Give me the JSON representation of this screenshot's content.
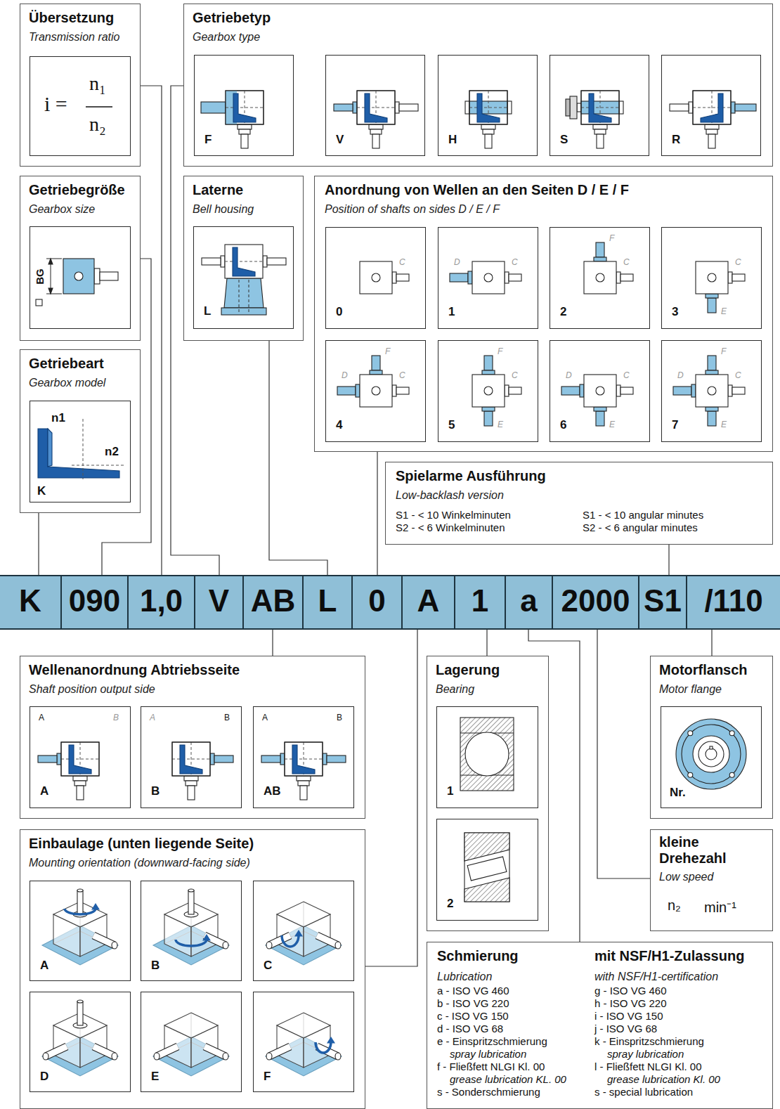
{
  "diagram": {
    "nodes": [
      {
        "text": [
          "Übersetzung",
          "Transmission ratio"
        ]
      },
      {
        "text": [
          "i =",
          "n₁",
          "n₂"
        ],
        "in": 0
      },
      {
        "text": [
          "Getriebetyp",
          "Gearbox type"
        ]
      },
      {
        "text": [
          "F"
        ],
        "in": 2
      },
      {
        "text": [
          "V"
        ],
        "in": 2
      },
      {
        "text": [
          "H"
        ],
        "in": 2
      },
      {
        "text": [
          "S"
        ],
        "in": 2
      },
      {
        "text": [
          "R"
        ],
        "in": 2
      },
      {
        "text": [
          "Getriebegröße",
          "Gearbox size"
        ]
      },
      {
        "text": [
          "BG"
        ],
        "in": 8
      },
      {
        "text": [
          "Laterne",
          "Bell housing"
        ]
      },
      {
        "text": [
          "L"
        ],
        "in": 10
      },
      {
        "text": [
          "Anordnung von Wellen an den Seiten D / E / F",
          "Position of shafts on sides D / E / F"
        ]
      },
      {
        "text": [
          "C",
          "0"
        ],
        "in": 12
      },
      {
        "text": [
          "D",
          "C",
          "1"
        ],
        "in": 12
      },
      {
        "text": [
          "F",
          "C",
          "2"
        ],
        "in": 12
      },
      {
        "text": [
          "C",
          "3",
          "E"
        ],
        "in": 12
      },
      {
        "text": [
          "F",
          "D",
          "C",
          "4"
        ],
        "in": 12
      },
      {
        "text": [
          "F",
          "C",
          "5",
          "E"
        ],
        "in": 12
      },
      {
        "text": [
          "D",
          "C",
          "6",
          "E"
        ],
        "in": 12
      },
      {
        "text": [
          "F",
          "D",
          "C",
          "7",
          "E"
        ],
        "in": 12
      },
      {
        "text": [
          "Getriebeart",
          "Gearbox model"
        ]
      },
      {
        "text": [
          "n1",
          "n2",
          "K"
        ],
        "in": 21
      },
      {
        "text": [
          "Spielarme Ausführung",
          "Low-backlash version",
          "S1 - < 10 Winkelminuten",
          "S2 - < 6 Winkelminuten",
          "S1 - < 10 angular minutes",
          "S2 - < 6 angular minutes"
        ]
      },
      {
        "text": [
          "K"
        ]
      },
      {
        "text": [
          "090"
        ]
      },
      {
        "text": [
          "1,0"
        ]
      },
      {
        "text": [
          "V"
        ]
      },
      {
        "text": [
          "AB"
        ]
      },
      {
        "text": [
          "L"
        ]
      },
      {
        "text": [
          "0"
        ]
      },
      {
        "text": [
          "A"
        ]
      },
      {
        "text": [
          "1"
        ]
      },
      {
        "text": [
          "a"
        ]
      },
      {
        "text": [
          "2000"
        ]
      },
      {
        "text": [
          "S1"
        ]
      },
      {
        "text": [
          "/110"
        ]
      },
      {
        "text": [
          "Wellenanordnung Abtriebsseite",
          "Shaft position output side"
        ]
      },
      {
        "text": [
          "A",
          "B",
          "A"
        ],
        "in": 37
      },
      {
        "text": [
          "A",
          "B",
          "B"
        ],
        "in": 37
      },
      {
        "text": [
          "A",
          "B",
          "AB"
        ],
        "in": 37
      },
      {
        "text": [
          "Lagerung",
          "Bearing"
        ]
      },
      {
        "text": [
          "1"
        ],
        "in": 41
      },
      {
        "text": [
          "2"
        ],
        "in": 41
      },
      {
        "text": [
          "Motorflansch",
          "Motor flange"
        ]
      },
      {
        "text": [
          "Nr."
        ],
        "in": 44
      },
      {
        "text": [
          "Einbaulage (unten liegende Seite)",
          "Mounting orientation (downward-facing side)"
        ]
      },
      {
        "text": [
          "A"
        ],
        "in": 46
      },
      {
        "text": [
          "B"
        ],
        "in": 46
      },
      {
        "text": [
          "C"
        ],
        "in": 46
      },
      {
        "text": [
          "D"
        ],
        "in": 46
      },
      {
        "text": [
          "E"
        ],
        "in": 46
      },
      {
        "text": [
          "F"
        ],
        "in": 46
      },
      {
        "text": [
          "kleine Drehezahl",
          "Low speed",
          "n₂",
          "min⁻¹"
        ]
      },
      {
        "text": [
          "Schmierung",
          "Lubrication",
          "a - ISO VG 460",
          "b - ISO VG 220",
          "c - ISO VG 150",
          "d - ISO VG 68",
          "e - Einspritzschmierung",
          "spray lubrication",
          "f - Fließfett NLGI Kl. 00",
          "grease lubrication KL. 00",
          "s - Sonderschmierung",
          "mit NSF/H1-Zulassung",
          "with NSF/H1-certification",
          "g - ISO VG 460",
          "h - ISO VG 220",
          "i - ISO VG 150",
          "j - ISO VG 68",
          "k - Einspritzschmierung",
          "spray lubrication",
          "l - Fließfett NLGI Kl. 00",
          "grease lubrication Kl. 00",
          "s - special lubrication"
        ]
      }
    ],
    "edges": [
      {
        "from": 24,
        "to": 21,
        "arrow": "none"
      },
      {
        "from": 25,
        "to": 8,
        "arrow": "none"
      },
      {
        "from": 26,
        "to": 0,
        "arrow": "none"
      },
      {
        "from": 27,
        "to": 2,
        "arrow": "none"
      },
      {
        "from": 29,
        "to": 10,
        "arrow": "none"
      },
      {
        "from": 30,
        "to": 12,
        "arrow": "none"
      },
      {
        "from": 35,
        "to": 23,
        "arrow": "none"
      },
      {
        "from": 28,
        "to": 37,
        "arrow": "none"
      },
      {
        "from": 31,
        "to": 46,
        "arrow": "none"
      },
      {
        "from": 32,
        "to": 41,
        "arrow": "none"
      },
      {
        "from": 33,
        "to": 54,
        "arrow": "none"
      },
      {
        "from": 34,
        "to": 53,
        "arrow": "none"
      },
      {
        "from": 36,
        "to": 44,
        "arrow": "none"
      }
    ]
  }
}
